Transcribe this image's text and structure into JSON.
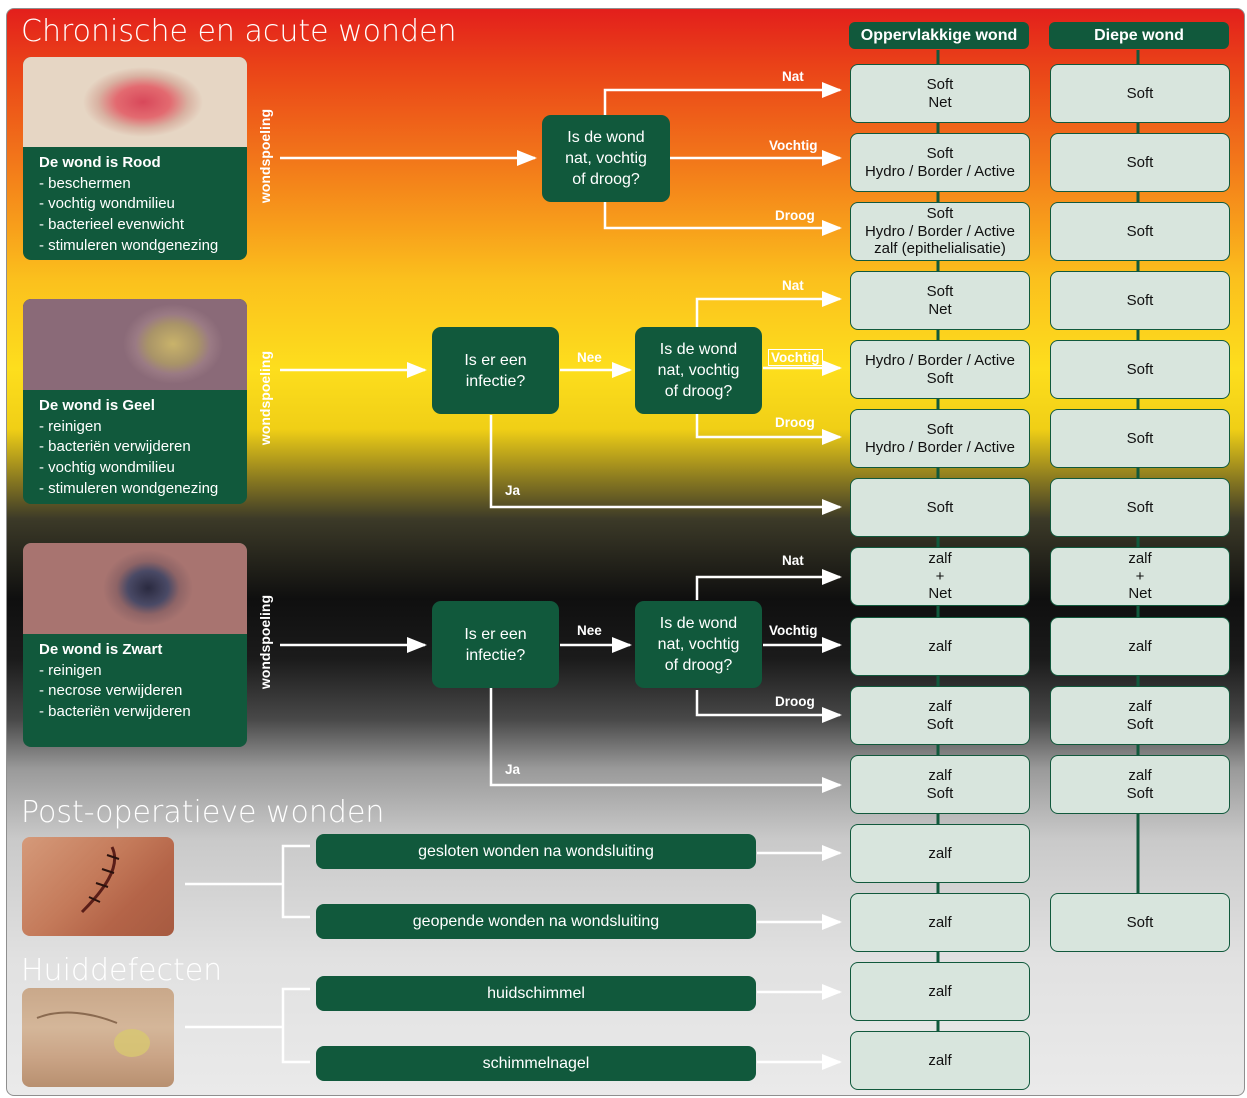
{
  "sections": {
    "chronic_title": "Chronische en acute wonden",
    "postop_title": "Post-operatieve wonden",
    "skin_title": "Huiddefecten"
  },
  "headers": {
    "superficial": "Oppervlakkige wond",
    "deep": "Diepe wond"
  },
  "side_label": "wondspoeling",
  "cards": {
    "red": {
      "head": "De wond is Rood",
      "items": [
        "- beschermen",
        "- vochtig wondmilieu",
        "- bacterieel evenwicht",
        "- stimuleren wondgenezing"
      ]
    },
    "yellow": {
      "head": "De wond is Geel",
      "items": [
        "- reinigen",
        "- bacteriën verwijderen",
        "- vochtig wondmilieu",
        "- stimuleren wondgenezing"
      ]
    },
    "black": {
      "head": "De wond is Zwart",
      "items": [
        "- reinigen",
        "- necrose verwijderen",
        "- bacteriën verwijderen"
      ]
    }
  },
  "decisions": {
    "moisture": "Is de wond\nnat, vochtig\nof droog?",
    "infection": "Is er een\ninfectie?"
  },
  "edge_labels": {
    "wet": "Nat",
    "moist": "Vochtig",
    "dry": "Droog",
    "no": "Nee",
    "yes": "Ja"
  },
  "options": {
    "closed": "gesloten wonden na wondsluiting",
    "opened": "geopende wonden na wondsluiting",
    "fungus_skin": "huidschimmel",
    "fungus_nail": "schimmelnagel"
  },
  "results_superficial": [
    "Soft\nNet",
    "Soft\nHydro / Border / Active",
    "Soft\nHydro / Border / Active\nzalf (epithelialisatie)",
    "Soft\nNet",
    "Hydro / Border / Active\nSoft",
    "Soft\nHydro / Border / Active",
    "Soft",
    "zalf\n+\nNet",
    "zalf",
    "zalf\nSoft",
    "zalf\nSoft",
    "zalf",
    "zalf",
    "zalf",
    "zalf"
  ],
  "results_deep": [
    "Soft",
    "Soft",
    "Soft",
    "Soft",
    "Soft",
    "Soft",
    "Soft",
    "zalf\n+\nNet",
    "zalf",
    "zalf\nSoft",
    "zalf\nSoft",
    "Soft"
  ],
  "colors": {
    "brand_green": "#11593c",
    "result_fill": "#d8e5dd"
  }
}
